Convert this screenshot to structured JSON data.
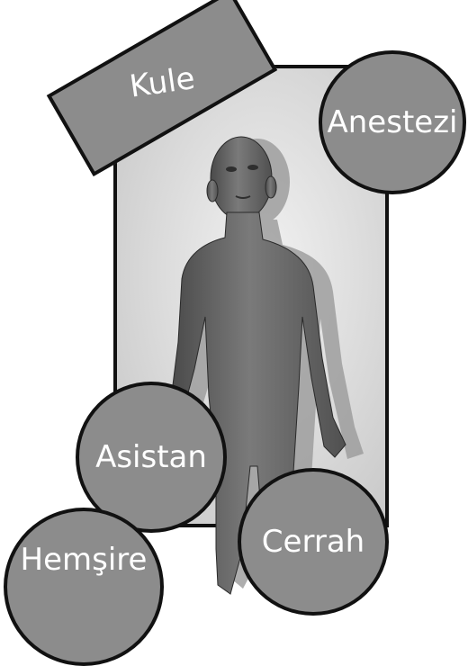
{
  "labels": {
    "kule": "Kule",
    "anestezi": "Anestezi",
    "asistan": "Asistan",
    "cerrah": "Cerrah",
    "hemsire": "Hemşire"
  },
  "colors": {
    "shape_fill": "#8c8c8c",
    "outline": "#111111",
    "text": "#ffffff",
    "panel_center": "#f2f2f2",
    "panel_edge": "#c4c4c4"
  }
}
